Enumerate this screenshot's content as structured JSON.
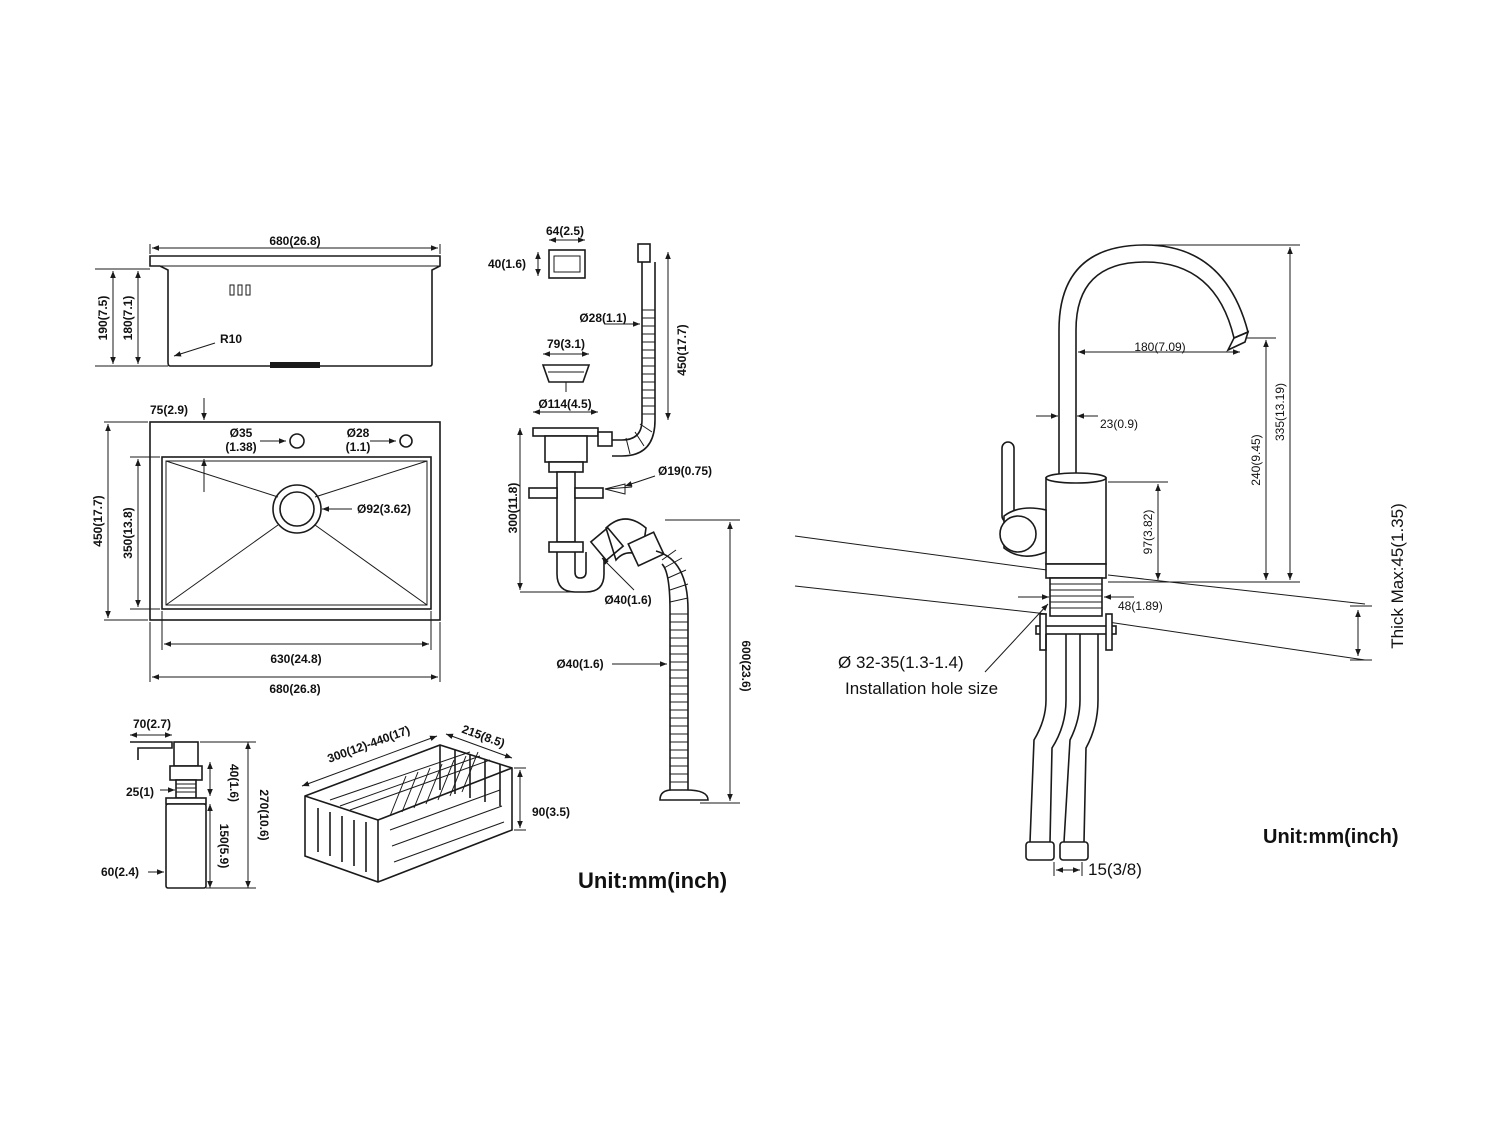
{
  "sink_top": {
    "width": "680(26.8)",
    "height": "190(7.5)",
    "depth": "180(7.1)",
    "radius": "R10"
  },
  "sink_plan": {
    "offset": "75(2.9)",
    "hole1_d": "Ø35",
    "hole1_in": "(1.38)",
    "hole2_d": "Ø28",
    "hole2_in": "(1.1)",
    "drain": "Ø92(3.62)",
    "outer_h": "450(17.7)",
    "inner_h": "350(13.8)",
    "inner_w": "630(24.8)",
    "outer_w": "680(26.8)"
  },
  "drain_parts": {
    "strainer_w": "64(2.5)",
    "strainer_h": "40(1.6)",
    "hose_d": "Ø28(1.1)",
    "hose_len": "450(17.7)",
    "basket_w": "79(3.1)",
    "flange_d": "Ø114(4.5)",
    "trap_h": "300(11.8)",
    "small_d": "Ø19(0.75)",
    "pipe_d": "Ø40(1.6)",
    "outlet_d": "Ø40(1.6)",
    "outlet_len": "600(23.6)"
  },
  "dispenser": {
    "spout": "70(2.7)",
    "neck": "25(1)",
    "collar": "40(1.6)",
    "body": "150(5.9)",
    "total": "270(10.6)",
    "bottle_w": "60(2.4)"
  },
  "basket": {
    "length": "300(12)-440(17)",
    "width": "215(8.5)",
    "height": "90(3.5)"
  },
  "unit_left": "Unit:mm(inch)",
  "faucet": {
    "reach": "180(7.09)",
    "spout_d": "23(0.9)",
    "height": "335(13.19)",
    "spout_h": "240(9.45)",
    "body_h": "97(3.82)",
    "base_d": "48(1.89)",
    "hole": "Ø 32-35(1.3-1.4)",
    "hole_label": "Installation hole size",
    "thick": "Thick Max:45(1.35)",
    "conn": "15(3/8)"
  },
  "unit_right": "Unit:mm(inch)"
}
